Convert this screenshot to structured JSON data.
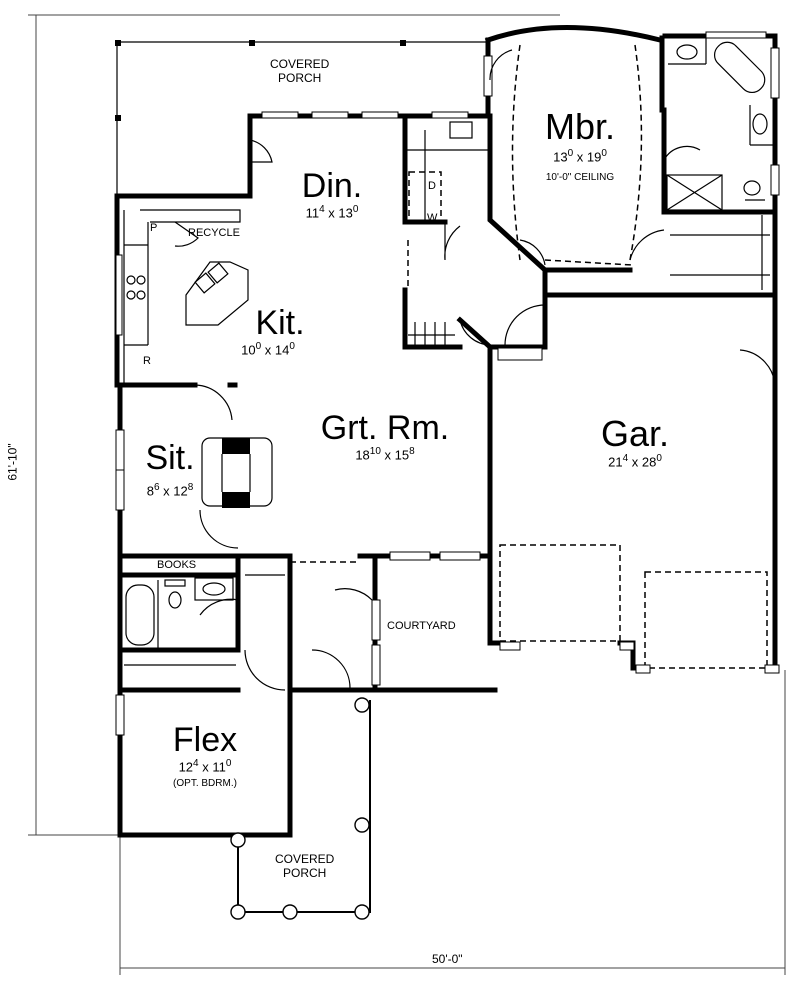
{
  "plan": {
    "overall_width": "50'-0\"",
    "overall_depth": "61'-10\""
  },
  "rooms": {
    "covered_porch_rear": {
      "line1": "COVERED",
      "line2": "PORCH"
    },
    "master_bedroom": {
      "name": "Mbr.",
      "w": "13",
      "w_in": "0",
      "d": "19",
      "d_in": "0",
      "note": "10'-0\" CEILING"
    },
    "dining": {
      "name": "Din.",
      "w": "11",
      "w_in": "4",
      "d": "13",
      "d_in": "0"
    },
    "kitchen": {
      "name": "Kit.",
      "w": "10",
      "w_in": "0",
      "d": "14",
      "d_in": "0"
    },
    "great_room": {
      "name": "Grt. Rm.",
      "w": "18",
      "w_in": "10",
      "d": "15",
      "d_in": "8"
    },
    "sitting": {
      "name": "Sit.",
      "w": "8",
      "w_in": "6",
      "d": "12",
      "d_in": "8"
    },
    "garage": {
      "name": "Gar.",
      "w": "21",
      "w_in": "4",
      "d": "28",
      "d_in": "0"
    },
    "flex": {
      "name": "Flex",
      "w": "12",
      "w_in": "4",
      "d": "11",
      "d_in": "0",
      "note": "(OPT. BDRM.)"
    },
    "courtyard": {
      "name": "COURTYARD"
    },
    "covered_porch_front": {
      "line1": "COVERED",
      "line2": "PORCH"
    }
  },
  "fixtures": {
    "pantry": "P",
    "recycle": "RECYCLE",
    "refrigerator": "R",
    "dryer": "D",
    "washer": "W",
    "books": "BOOKS",
    "x_sep": "x"
  }
}
